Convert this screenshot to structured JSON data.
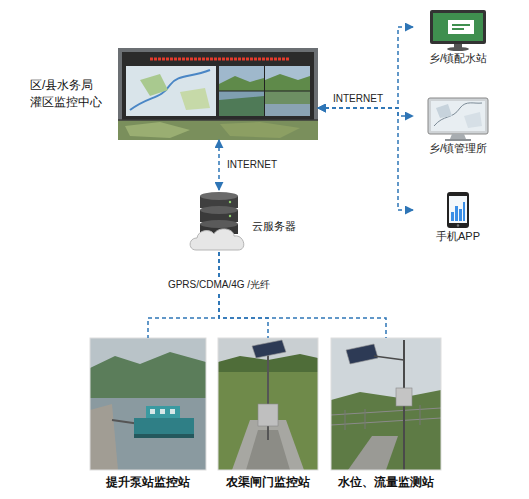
{
  "diagram": {
    "nodes": [
      {
        "text": [
          "区/县水务局 灌区监控中心"
        ]
      },
      {
        "text": [
          "乡/镇配水站"
        ]
      },
      {
        "text": [
          "乡/镇管理所"
        ]
      },
      {
        "text": [
          "手机APP"
        ]
      },
      {
        "text": [
          "云服务器"
        ]
      },
      {
        "text": [
          "提升泵站监控站"
        ]
      },
      {
        "text": [
          "农渠闸门监控站"
        ]
      },
      {
        "text": [
          "水位、流量监测站"
        ]
      }
    ],
    "edges": [
      {
        "from": 0,
        "to": 1,
        "arrow": "both"
      },
      {
        "from": 0,
        "to": 2,
        "label": "INTERNET",
        "arrow": "both"
      },
      {
        "from": 0,
        "to": 3,
        "arrow": "both"
      },
      {
        "from": 0,
        "to": 4,
        "label": "INTERNET",
        "arrow": "both"
      },
      {
        "from": 4,
        "to": 5,
        "arrow": "none"
      },
      {
        "from": 4,
        "to": 6,
        "label": "GPRS/CDMA/4G /光纤",
        "arrow": "none"
      },
      {
        "from": 4,
        "to": 7,
        "arrow": "none"
      }
    ]
  }
}
